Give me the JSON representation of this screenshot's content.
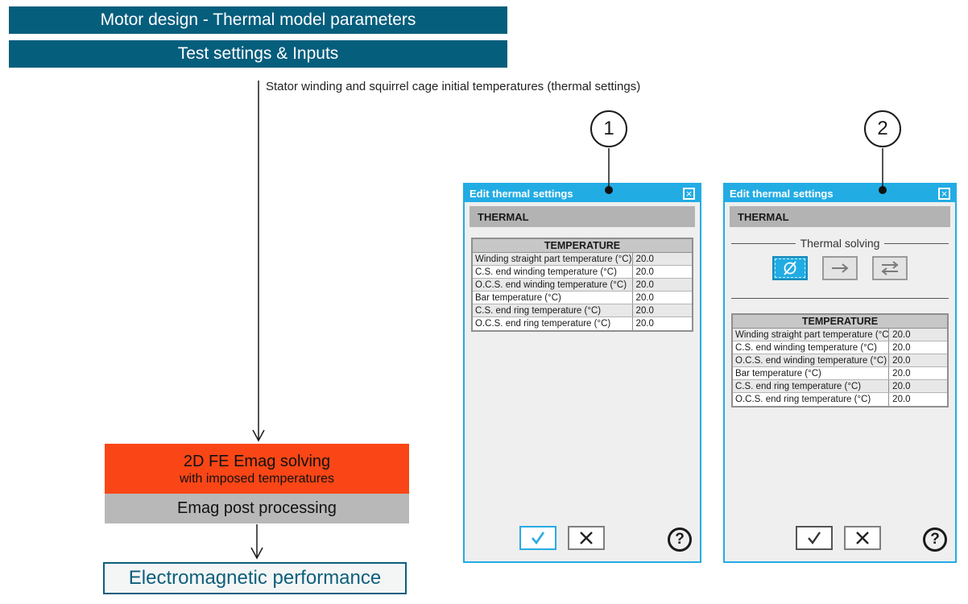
{
  "banners": {
    "primary": "Motor design - Thermal model parameters",
    "secondary": "Test settings & Inputs"
  },
  "annotation": "Stator winding and squirrel cage initial temperatures (thermal settings)",
  "flowchart": {
    "solve_title": "2D FE Emag solving",
    "solve_subtitle": "with imposed temperatures",
    "post_label": "Emag post processing",
    "result_label": "Electromagnetic performance"
  },
  "callouts": {
    "one": "1",
    "two": "2"
  },
  "icons": {
    "close": "×",
    "help": "?",
    "no_thermal": "empty-set-icon",
    "one_way": "arrow-right-icon",
    "two_way": "arrows-both-icon",
    "ok": "check-icon",
    "cancel": "cross-icon"
  },
  "colors": {
    "teal": "#065e7d",
    "cyan": "#22ace4",
    "orange": "#fa4616",
    "gray_box": "#b8b8b8",
    "dialog_bg": "#efefef",
    "result_teal": "#0d5f7c"
  },
  "dialogs": [
    {
      "title": "Edit thermal settings",
      "section_header": "THERMAL",
      "table": {
        "header": "TEMPERATURE",
        "rows": [
          {
            "label": "Winding straight part temperature (°C)",
            "value": "20.0"
          },
          {
            "label": "C.S. end winding temperature (°C)",
            "value": "20.0"
          },
          {
            "label": "O.C.S. end winding temperature (°C)",
            "value": "20.0"
          },
          {
            "label": "Bar temperature (°C)",
            "value": "20.0"
          },
          {
            "label": "C.S. end ring temperature (°C)",
            "value": "20.0"
          },
          {
            "label": "O.C.S. end ring temperature (°C)",
            "value": "20.0"
          }
        ]
      }
    },
    {
      "title": "Edit thermal settings",
      "section_header": "THERMAL",
      "thermal_solving": {
        "legend": "Thermal solving",
        "options": [
          "no-thermal-solving",
          "one-way-coupling",
          "two-way-coupling"
        ],
        "selected_index": 0
      },
      "table": {
        "header": "TEMPERATURE",
        "rows": [
          {
            "label": "Winding straight part temperature (°C)",
            "value": "20.0"
          },
          {
            "label": "C.S. end winding temperature (°C)",
            "value": "20.0"
          },
          {
            "label": "O.C.S. end winding temperature (°C)",
            "value": "20.0"
          },
          {
            "label": "Bar temperature (°C)",
            "value": "20.0"
          },
          {
            "label": "C.S. end ring temperature (°C)",
            "value": "20.0"
          },
          {
            "label": "O.C.S. end ring temperature (°C)",
            "value": "20.0"
          }
        ]
      }
    }
  ]
}
